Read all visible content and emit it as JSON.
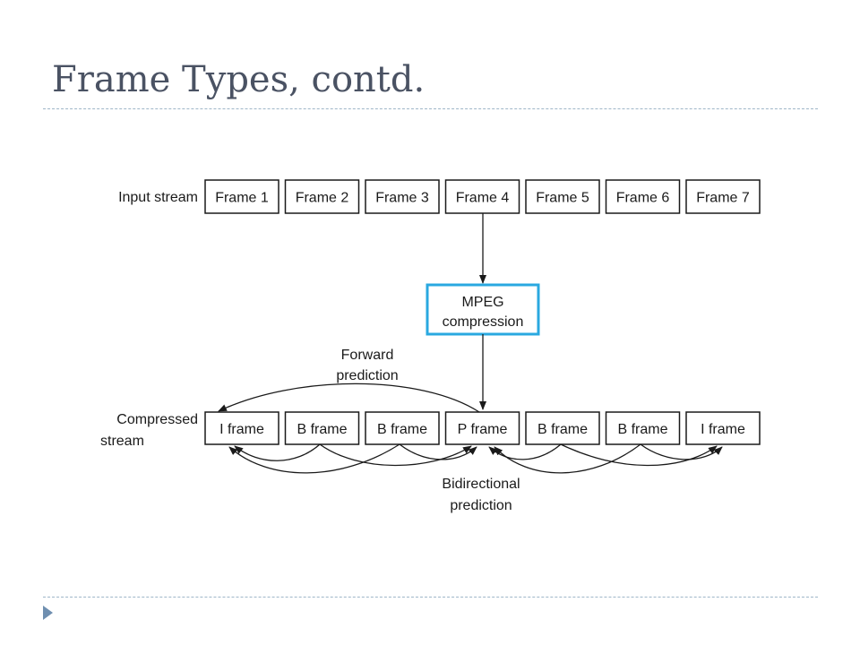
{
  "slide": {
    "title": "Frame Types, contd."
  },
  "diagram": {
    "input_label": "Input stream",
    "input_frames": [
      "Frame 1",
      "Frame 2",
      "Frame 3",
      "Frame 4",
      "Frame 5",
      "Frame 6",
      "Frame 7"
    ],
    "compression_label": [
      "MPEG",
      "compression"
    ],
    "forward_label": [
      "Forward",
      "prediction"
    ],
    "output_label": [
      "Compressed",
      "stream"
    ],
    "output_frames": [
      "I frame",
      "B frame",
      "B frame",
      "P frame",
      "B frame",
      "B frame",
      "I frame"
    ],
    "bidirectional_label": [
      "Bidirectional",
      "prediction"
    ]
  },
  "colors": {
    "title": "#4a5263",
    "compression_border": "#2aa8e0",
    "divider": "#9fb6c8",
    "bullet": "#6f8fb0"
  }
}
